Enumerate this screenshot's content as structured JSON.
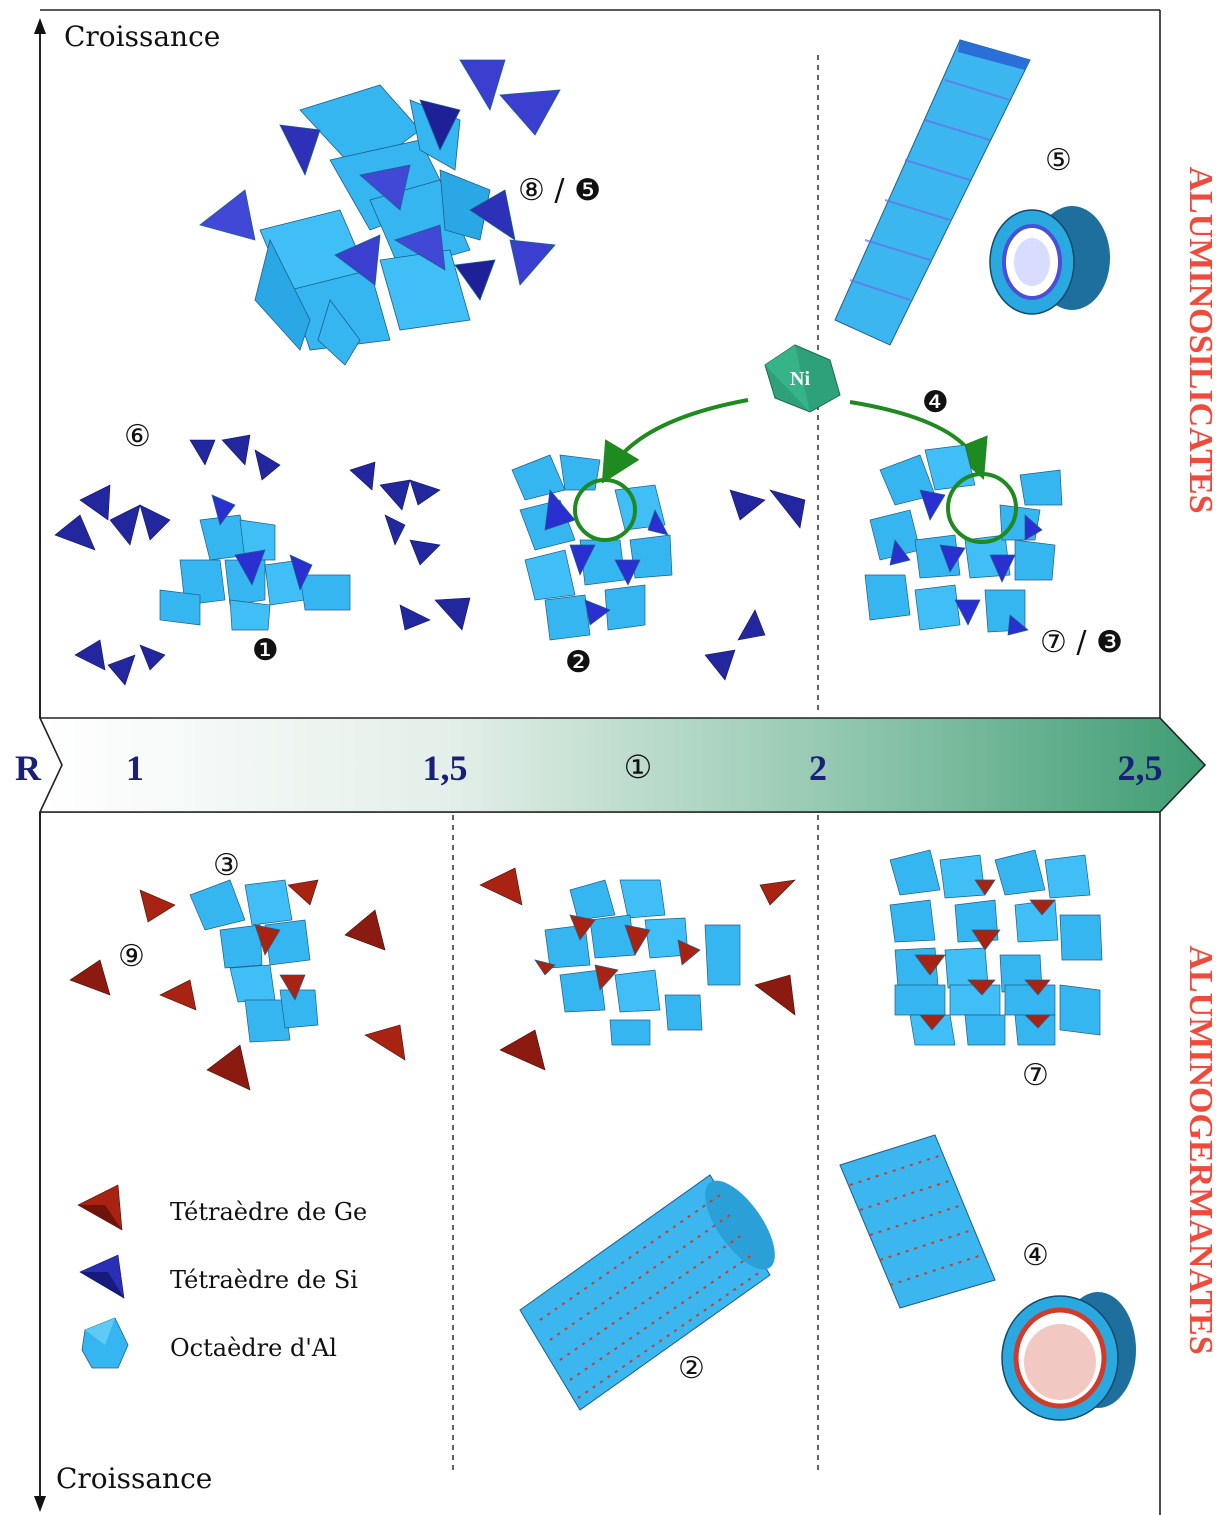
{
  "axis": {
    "growth_top": "Croissance",
    "growth_bottom": "Croissance",
    "r_label": "R",
    "ticks": [
      "1",
      "1,5",
      "①",
      "2",
      "2,5"
    ]
  },
  "side_labels": {
    "top": "ALUMINOSILICATES",
    "bottom": "ALUMINOGERMANATES"
  },
  "markers": {
    "m85": "⑧ / ❺",
    "m5": "⑤",
    "m4b": "❹",
    "m6": "⑥",
    "m1b": "❶",
    "m2b": "❷",
    "m73": "⑦ / ❸",
    "m3": "③",
    "m9": "⑨",
    "m7": "⑦",
    "m4": "④",
    "m2": "②"
  },
  "ni_label": "Ni",
  "legend": [
    {
      "label": "Tétraèdre de Ge",
      "icon": "ge-tetrahedron-icon",
      "color": "#8b1a10"
    },
    {
      "label": "Tétraèdre de Si",
      "icon": "si-tetrahedron-icon",
      "color": "#1a1f8f"
    },
    {
      "label": "Octaèdre d'Al",
      "icon": "al-octahedron-icon",
      "color": "#2ab4ee"
    }
  ],
  "colors": {
    "octahedron": "#35b6f0",
    "si_tetra": "#2a2fb8",
    "ge_tetra": "#a82312",
    "ni": "#2ea07a",
    "arrow_green": "#1f8a1f",
    "side_label": "#f04a3c",
    "r_ticks": "#1a1f7a"
  }
}
